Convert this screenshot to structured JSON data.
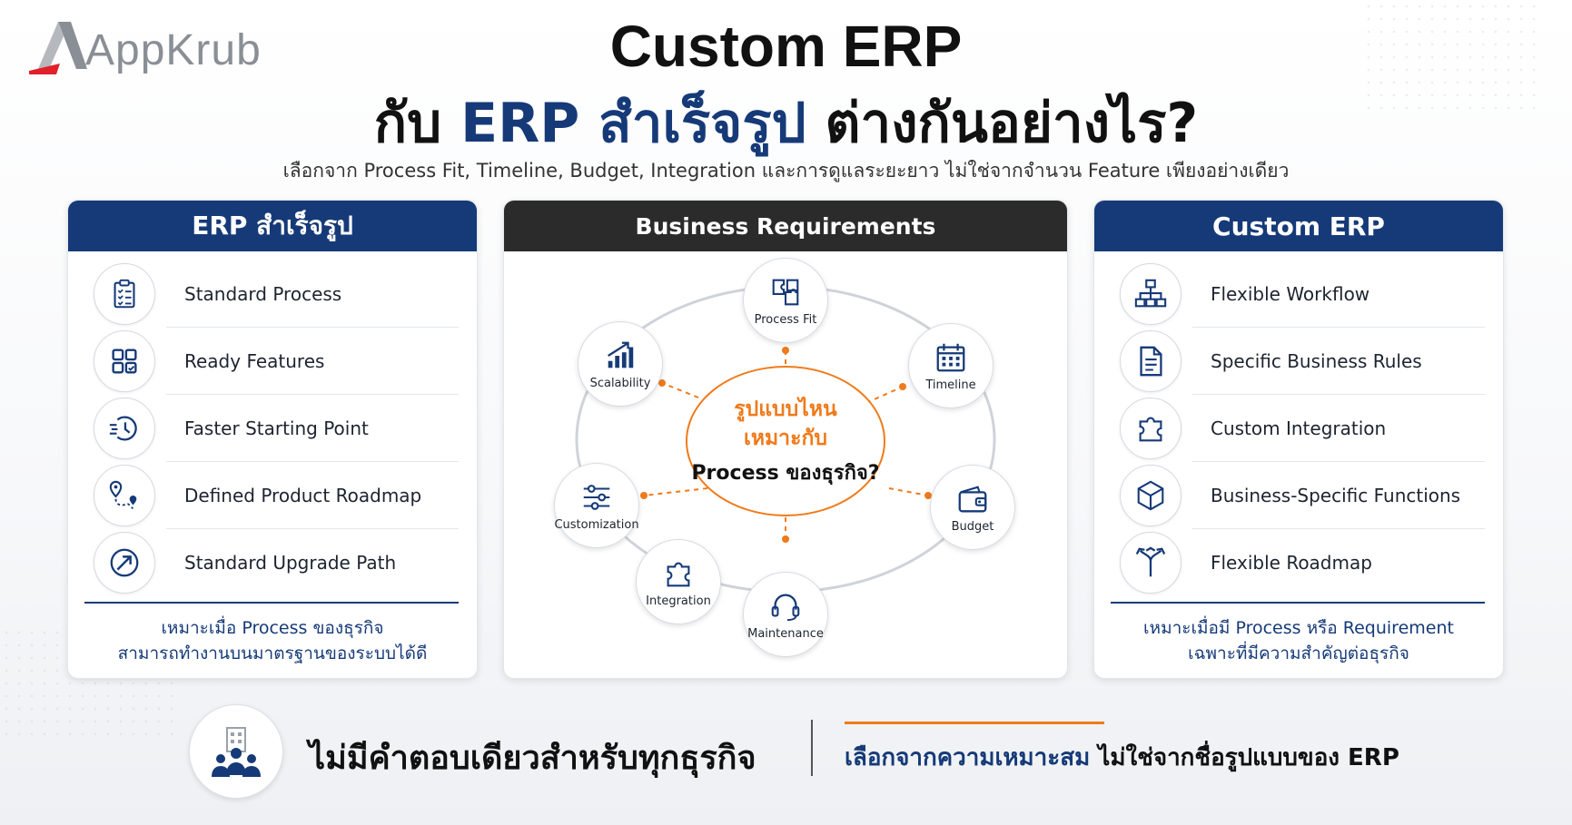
{
  "brand": {
    "name": "AppKrub"
  },
  "header": {
    "title_line1": "Custom ERP",
    "title_line2_pre": "กับ ",
    "title_line2_accent": "ERP สำเร็จรูป",
    "title_line2_post": " ต่างกันอย่างไร?",
    "subtitle": "เลือกจาก Process Fit, Timeline, Budget, Integration และการดูแลระยะยาว ไม่ใช่จากจำนวน Feature เพียงอย่างเดียว"
  },
  "left_card": {
    "title": "ERP สำเร็จรูป",
    "items": [
      {
        "label": "Standard Process",
        "icon": "clipboard-checklist-icon"
      },
      {
        "label": "Ready Features",
        "icon": "grid-apps-icon"
      },
      {
        "label": "Faster Starting Point",
        "icon": "fast-clock-icon"
      },
      {
        "label": "Defined Product Roadmap",
        "icon": "route-map-icon"
      },
      {
        "label": "Standard Upgrade Path",
        "icon": "upgrade-arrow-icon"
      }
    ],
    "footer_line1": "เหมาะเมื่อ Process ของธุรกิจ",
    "footer_line2": "สามารถทำงานบนมาตรฐานของระบบได้ดี"
  },
  "middle_card": {
    "title": "Business Requirements",
    "center_line1": "รูปแบบไหน",
    "center_line2": "เหมาะกับ",
    "center_line3": "Process ของธุรกิจ?",
    "nodes": [
      {
        "label": "Process Fit",
        "icon": "puzzle-pieces-icon"
      },
      {
        "label": "Timeline",
        "icon": "calendar-icon"
      },
      {
        "label": "Budget",
        "icon": "wallet-icon"
      },
      {
        "label": "Maintenance",
        "icon": "headset-icon"
      },
      {
        "label": "Integration",
        "icon": "puzzle-icon"
      },
      {
        "label": "Customization",
        "icon": "sliders-icon"
      },
      {
        "label": "Scalability",
        "icon": "growth-chart-icon"
      }
    ]
  },
  "right_card": {
    "title": "Custom ERP",
    "items": [
      {
        "label": "Flexible Workflow",
        "icon": "org-chart-icon"
      },
      {
        "label": "Specific Business Rules",
        "icon": "document-icon"
      },
      {
        "label": "Custom Integration",
        "icon": "puzzle-icon"
      },
      {
        "label": "Business-Specific Functions",
        "icon": "cube-icon"
      },
      {
        "label": "Flexible Roadmap",
        "icon": "branching-arrows-icon"
      }
    ],
    "footer_line1": "เหมาะเมื่อมี Process หรือ Requirement",
    "footer_line2": "เฉพาะที่มีความสำคัญต่อธุรกิจ"
  },
  "bottom": {
    "main": "ไม่มีคำตอบเดียวสำหรับทุกธุรกิจ",
    "right_accent": "เลือกจากความเหมาะสม",
    "right_rest": " ไม่ใช่จากชื่อรูปแบบของ ERP",
    "icon": "business-team-icon"
  },
  "colors": {
    "navy": "#163a78",
    "orange": "#f07a1a",
    "dark": "#2b2b2b",
    "logo_red": "#e0212b"
  }
}
